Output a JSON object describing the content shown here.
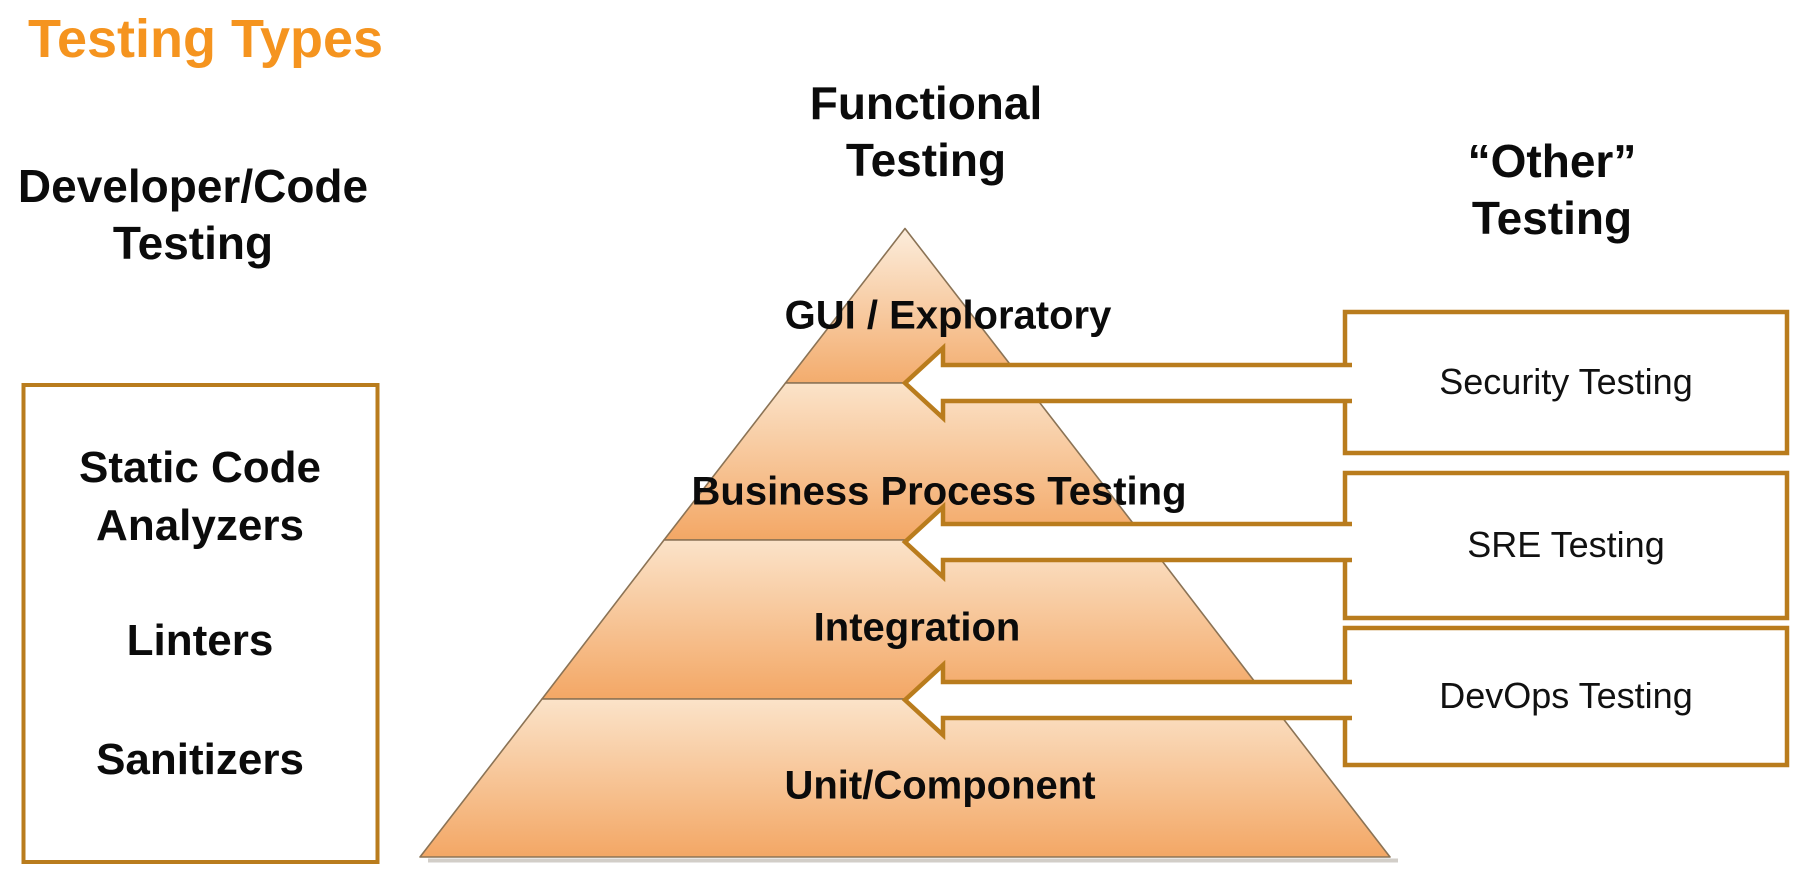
{
  "title": {
    "text": "Testing Types"
  },
  "left_column": {
    "heading_line1": "Developer/Code",
    "heading_line2": "Testing",
    "box_items": [
      "Static Code Analyzers",
      "Linters",
      "Sanitizers"
    ]
  },
  "center_column": {
    "heading_line1": "Functional",
    "heading_line2": "Testing",
    "pyramid_levels": [
      "GUI / Exploratory",
      "Business Process Testing",
      "Integration",
      "Unit/Component"
    ]
  },
  "right_column": {
    "heading_line1": "“Other”",
    "heading_line2": "Testing",
    "boxes": [
      "Security Testing",
      "SRE Testing",
      "DevOps Testing"
    ]
  },
  "colors": {
    "title_orange": "#F5941F",
    "outline_gold": "#B97C1D",
    "pyramid_gradient_top": "#FBE3C9",
    "pyramid_gradient_bottom": "#F3A765",
    "pyramid_edge": "#8B7355",
    "arrow_fill": "#FFFFFF",
    "text_black": "#0B0B0B"
  }
}
